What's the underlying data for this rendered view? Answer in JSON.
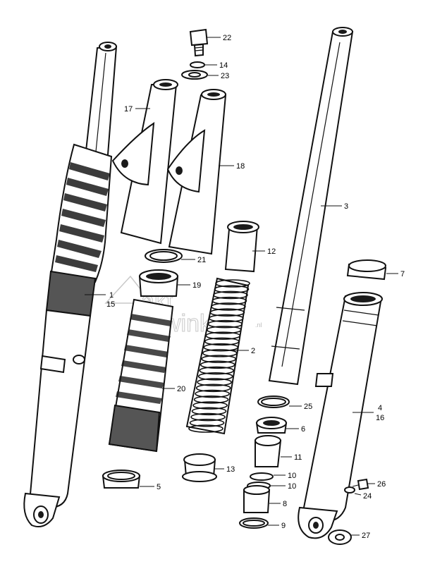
{
  "watermark": {
    "line1": "akt",
    "line2": "winkel",
    "tld": ".nl"
  },
  "callouts": [
    {
      "label": "22"
    },
    {
      "label": "14"
    },
    {
      "label": "23"
    },
    {
      "label": "17"
    },
    {
      "label": "18"
    },
    {
      "label": "3"
    },
    {
      "label": "12"
    },
    {
      "label": "21"
    },
    {
      "label": "7"
    },
    {
      "label": "19"
    },
    {
      "label": "1"
    },
    {
      "label": "15"
    },
    {
      "label": "2"
    },
    {
      "label": "20"
    },
    {
      "label": "25"
    },
    {
      "label": "4"
    },
    {
      "label": "16"
    },
    {
      "label": "6"
    },
    {
      "label": "11"
    },
    {
      "label": "13"
    },
    {
      "label": "10"
    },
    {
      "label": "10"
    },
    {
      "label": "5"
    },
    {
      "label": "26"
    },
    {
      "label": "24"
    },
    {
      "label": "8"
    },
    {
      "label": "9"
    },
    {
      "label": "27"
    }
  ]
}
